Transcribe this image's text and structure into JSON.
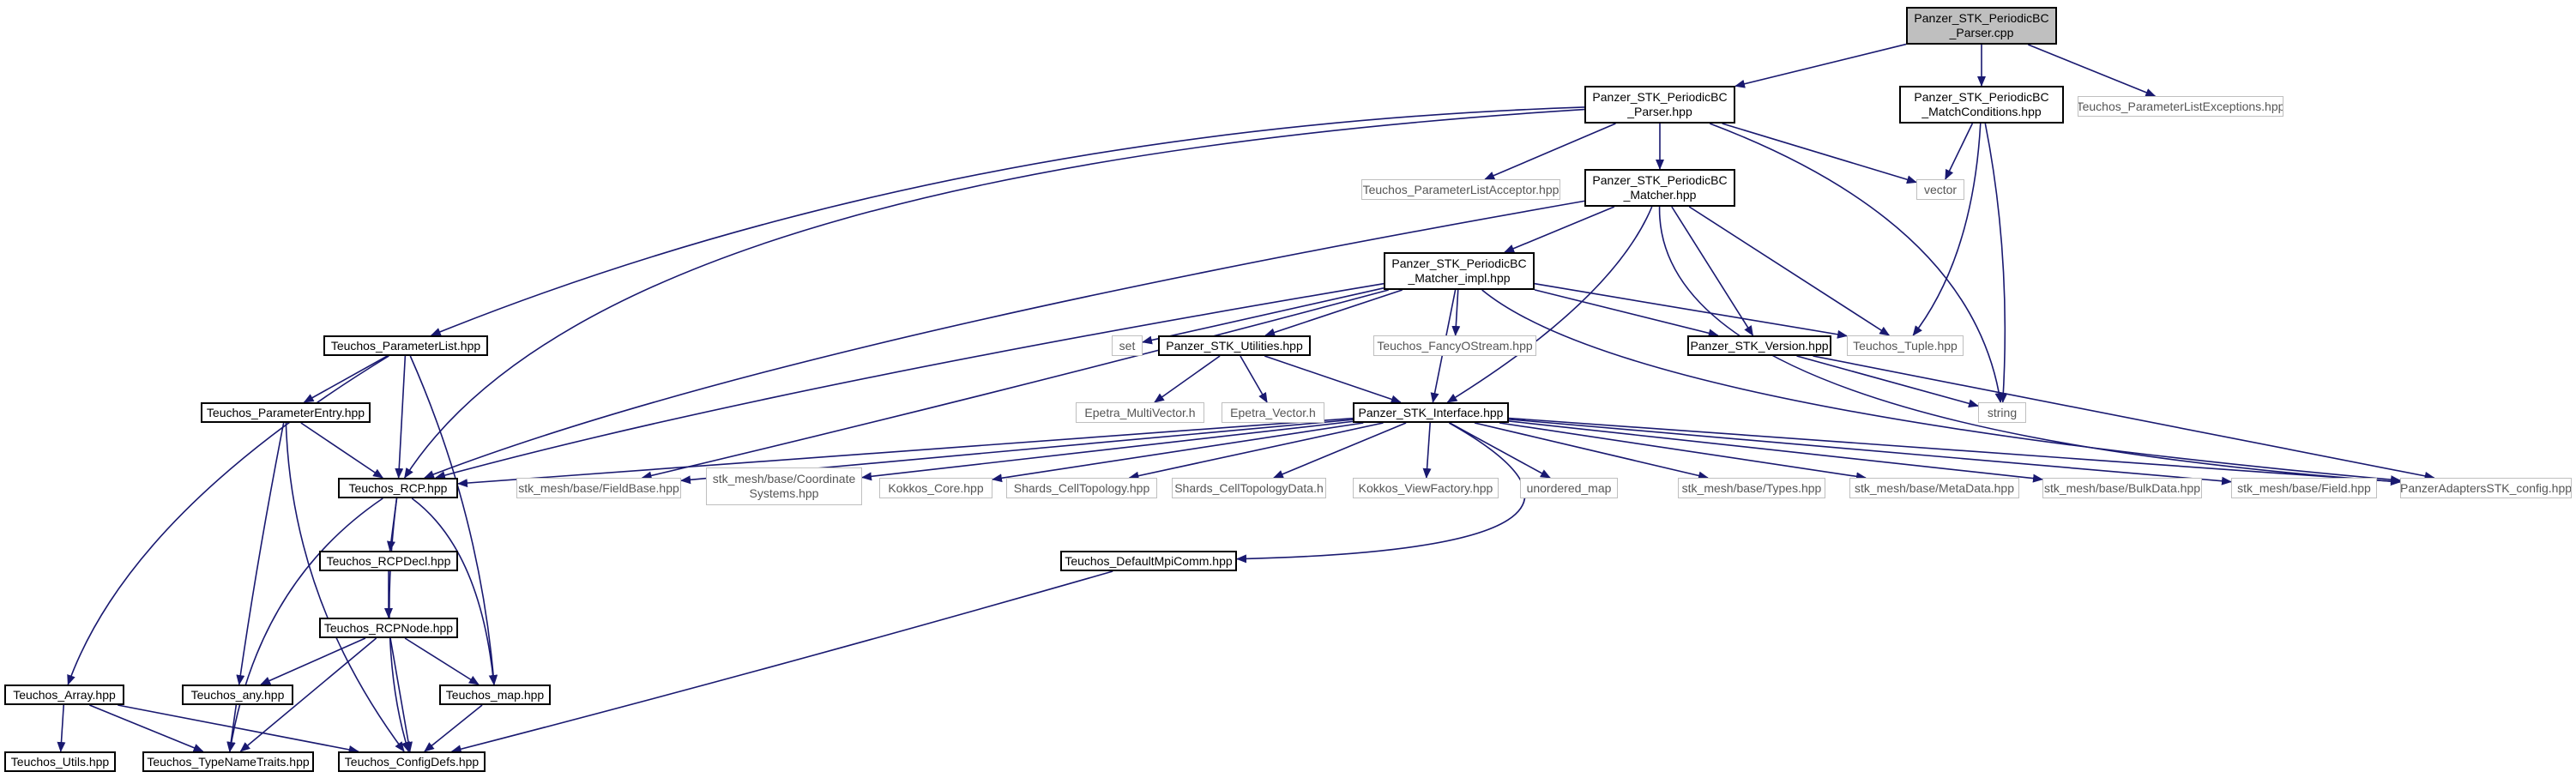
{
  "edge_color": "#191970",
  "external_border_color": "#bfbfbf",
  "root_fill_color": "#bfbfbf",
  "nodes": {
    "root": "Panzer_STK_PeriodicBC\n_Parser.cpp",
    "parser_hpp": "Panzer_STK_PeriodicBC\n_Parser.hpp",
    "matchconditions": "Panzer_STK_PeriodicBC\n_MatchConditions.hpp",
    "paramlistexceptions": "Teuchos_ParameterListExceptions.hpp",
    "paramlistacceptor": "Teuchos_ParameterListAcceptor.hpp",
    "matcher": "Panzer_STK_PeriodicBC\n_Matcher.hpp",
    "vector": "vector",
    "matcher_impl": "Panzer_STK_PeriodicBC\n_Matcher_impl.hpp",
    "parameterlist": "Teuchos_ParameterList.hpp",
    "set": "set",
    "stk_utilities": "Panzer_STK_Utilities.hpp",
    "fancyostream": "Teuchos_FancyOStream.hpp",
    "stk_version": "Panzer_STK_Version.hpp",
    "tuple": "Teuchos_Tuple.hpp",
    "string": "string",
    "parameterentry": "Teuchos_ParameterEntry.hpp",
    "epetra_multivector": "Epetra_MultiVector.h",
    "epetra_vector": "Epetra_Vector.h",
    "stk_interface": "Panzer_STK_Interface.hpp",
    "rcp": "Teuchos_RCP.hpp",
    "fieldbase": "stk_mesh/base/FieldBase.hpp",
    "coordsystems": "stk_mesh/base/Coordinate\nSystems.hpp",
    "kokkos_core": "Kokkos_Core.hpp",
    "shards_celltopology": "Shards_CellTopology.hpp",
    "shards_celltopologydata": "Shards_CellTopologyData.h",
    "kokkos_viewfactory": "Kokkos_ViewFactory.hpp",
    "unordered_map": "unordered_map",
    "types": "stk_mesh/base/Types.hpp",
    "metadata": "stk_mesh/base/MetaData.hpp",
    "bulkdata": "stk_mesh/base/BulkData.hpp",
    "field": "stk_mesh/base/Field.hpp",
    "adapters_config": "PanzerAdaptersSTK_config.hpp",
    "rcpdecl": "Teuchos_RCPDecl.hpp",
    "defaultmpicomm": "Teuchos_DefaultMpiComm.hpp",
    "rcpnode": "Teuchos_RCPNode.hpp",
    "array": "Teuchos_Array.hpp",
    "any": "Teuchos_any.hpp",
    "map": "Teuchos_map.hpp",
    "utils": "Teuchos_Utils.hpp",
    "typenametraits": "Teuchos_TypeNameTraits.hpp",
    "configdefs": "Teuchos_ConfigDefs.hpp"
  }
}
